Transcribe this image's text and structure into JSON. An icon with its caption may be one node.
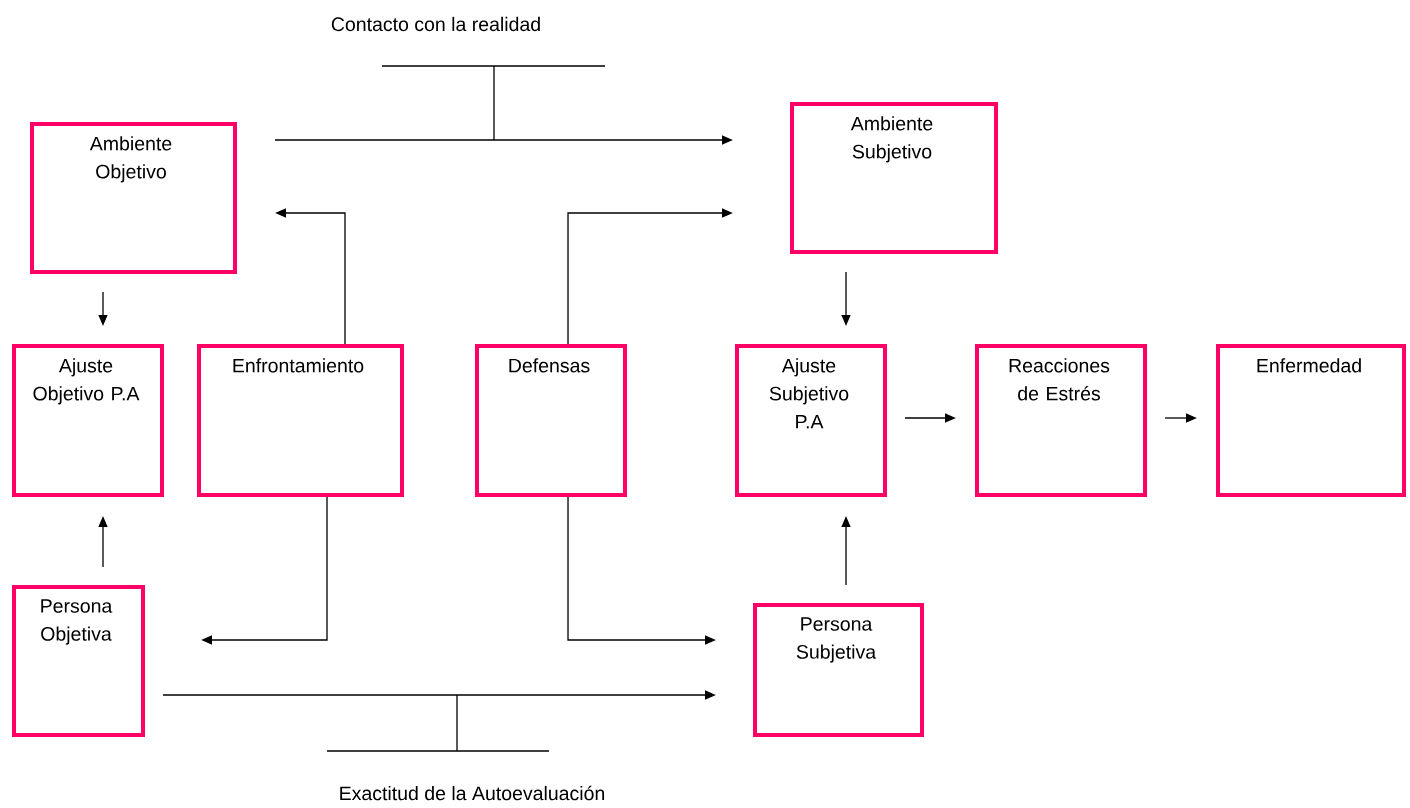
{
  "diagram": {
    "nodes": [
      {
        "text": [
          "Ambiente Objetivo"
        ]
      },
      {
        "text": [
          "Ambiente Subjetivo"
        ]
      },
      {
        "text": [
          "Ajuste Objetivo P.A"
        ]
      },
      {
        "text": [
          "Enfrontamiento"
        ]
      },
      {
        "text": [
          "Defensas"
        ]
      },
      {
        "text": [
          "Ajuste Subjetivo P.A"
        ]
      },
      {
        "text": [
          "Reacciones de Estrés"
        ]
      },
      {
        "text": [
          "Enfermedad"
        ]
      },
      {
        "text": [
          "Persona Objetiva"
        ]
      },
      {
        "text": [
          "Persona Subjetiva"
        ]
      }
    ],
    "edges": [
      {
        "from": 0,
        "to": 1,
        "arrow": "to"
      },
      {
        "from": 3,
        "to": 0,
        "arrow": "to"
      },
      {
        "from": 4,
        "to": 1,
        "arrow": "to"
      },
      {
        "from": 0,
        "to": 2,
        "arrow": "to"
      },
      {
        "from": 1,
        "to": 5,
        "arrow": "to"
      },
      {
        "from": 8,
        "to": 2,
        "arrow": "to"
      },
      {
        "from": 9,
        "to": 5,
        "arrow": "to"
      },
      {
        "from": 5,
        "to": 6,
        "arrow": "to"
      },
      {
        "from": 6,
        "to": 7,
        "arrow": "to"
      },
      {
        "from": 3,
        "to": 8,
        "arrow": "to"
      },
      {
        "from": 4,
        "to": 9,
        "arrow": "to"
      },
      {
        "from": 8,
        "to": 9,
        "arrow": "to"
      }
    ],
    "labels": [
      "Contacto con la realidad",
      "Exactitud de la Autoevaluación"
    ]
  }
}
